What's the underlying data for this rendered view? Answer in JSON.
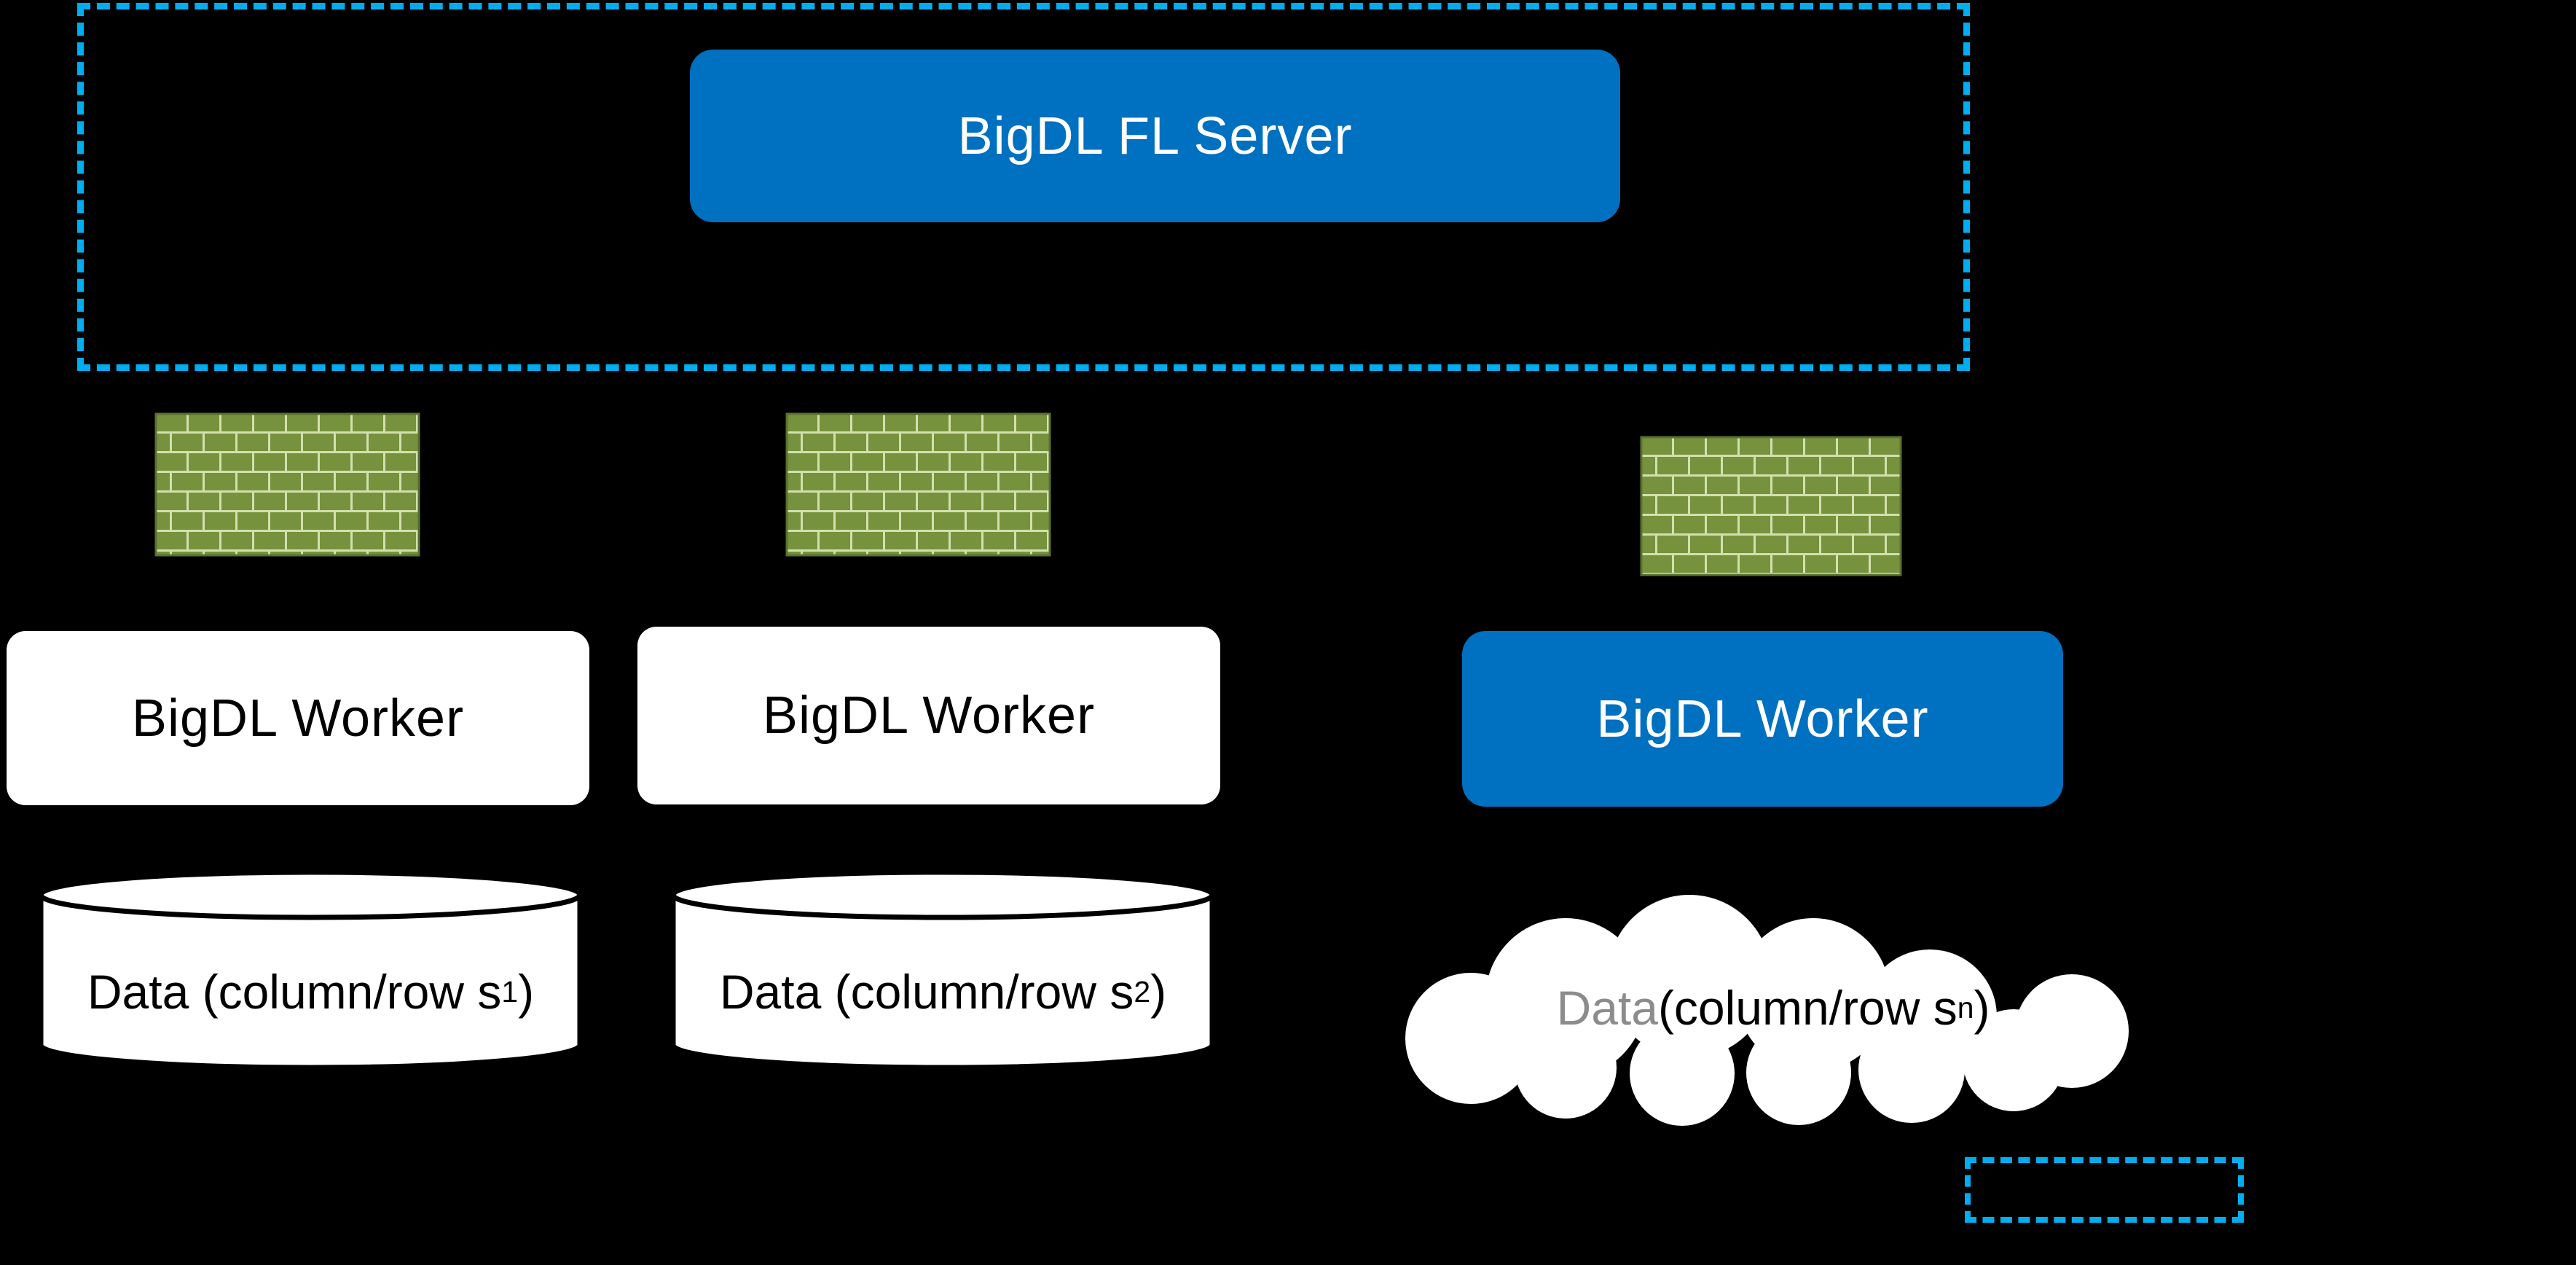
{
  "colors": {
    "background": "#000000",
    "accent_blue": "#0070C0",
    "dashed_cyan": "#00AEEF",
    "brick_green": "#76923C",
    "brick_mortar": "#D2E0AE",
    "muted_text": "#8C8C8C"
  },
  "server": {
    "label": "BigDL FL Server"
  },
  "workers": [
    {
      "label": "BigDL Worker",
      "variant": "white"
    },
    {
      "label": "BigDL Worker",
      "variant": "white"
    },
    {
      "label": "BigDL Worker",
      "variant": "blue"
    }
  ],
  "datastores": [
    {
      "shape": "cylinder",
      "prefix": "Data (column/row s",
      "sub": "1",
      "suffix": ")"
    },
    {
      "shape": "cylinder",
      "prefix": "Data (column/row s",
      "sub": "2",
      "suffix": ")"
    },
    {
      "shape": "cloud",
      "word": "Data",
      "prefix": " (column/row s",
      "sub": "n",
      "suffix": ")"
    }
  ]
}
